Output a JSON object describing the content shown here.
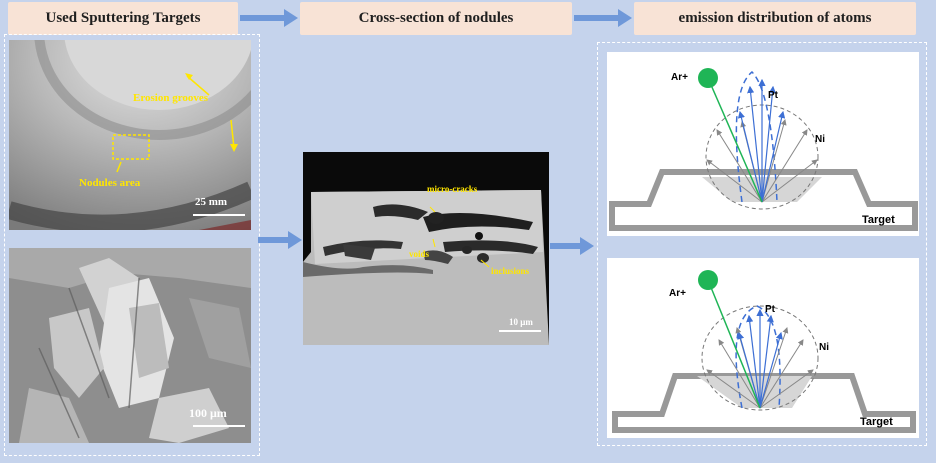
{
  "headers": {
    "used_targets": "Used Sputtering Targets",
    "cross_section": "Cross-section of nodules",
    "emission": "emission distribution of atoms"
  },
  "photo_top": {
    "label_grooves": "Erosion grooves",
    "label_nodules": "Nodules area",
    "scale": "25 mm"
  },
  "photo_sem": {
    "scale": "100 μm"
  },
  "cross_section": {
    "label_cracks": "micro-cracks",
    "label_voids": "voids",
    "label_inclusions": "inclusions",
    "scale": "10 μm"
  },
  "diagram_top": {
    "ion": "Ar+",
    "pt": "Pt",
    "ni": "Ni",
    "target": "Target"
  },
  "diagram_bottom": {
    "ion": "Ar+",
    "pt": "Pt",
    "ni": "Ni",
    "target": "Target"
  },
  "colors": {
    "background": "#c5d3ec",
    "header_fill": "#f8e3d6",
    "arrow": "#6f98d9",
    "annotation": "#ffe600",
    "ion": "#1fb556",
    "pt_lines": "#3d6fd4"
  }
}
